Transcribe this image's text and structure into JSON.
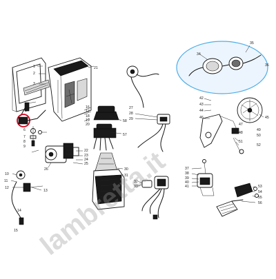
{
  "diagram": {
    "watermark_text": "lambretta.it",
    "accent_highlight": "#3aa5e6",
    "marker_color": "#d0021b",
    "callouts": [
      {
        "id": "n1",
        "label": "1"
      },
      {
        "id": "n2",
        "label": "2"
      },
      {
        "id": "n3",
        "label": "3"
      },
      {
        "id": "n4",
        "label": "4"
      },
      {
        "id": "n5",
        "label": "5"
      },
      {
        "id": "n6",
        "label": "6"
      },
      {
        "id": "n7",
        "label": "7"
      },
      {
        "id": "n8",
        "label": "8"
      },
      {
        "id": "n9",
        "label": "9"
      },
      {
        "id": "n10",
        "label": "10"
      },
      {
        "id": "n11",
        "label": "11"
      },
      {
        "id": "n12",
        "label": "12"
      },
      {
        "id": "n13",
        "label": "13"
      },
      {
        "id": "n14",
        "label": "14"
      },
      {
        "id": "n15",
        "label": "15"
      },
      {
        "id": "n16",
        "label": "16"
      },
      {
        "id": "n17",
        "label": "17"
      },
      {
        "id": "n18",
        "label": "18"
      },
      {
        "id": "n19",
        "label": "19"
      },
      {
        "id": "n20",
        "label": "20"
      },
      {
        "id": "n21",
        "label": "21"
      },
      {
        "id": "n22",
        "label": "22"
      },
      {
        "id": "n23",
        "label": "23"
      },
      {
        "id": "n24",
        "label": "24"
      },
      {
        "id": "n25",
        "label": "25"
      },
      {
        "id": "n26",
        "label": "26"
      },
      {
        "id": "n27",
        "label": "27"
      },
      {
        "id": "n28",
        "label": "28"
      },
      {
        "id": "n29",
        "label": "29"
      },
      {
        "id": "n30",
        "label": "30"
      },
      {
        "id": "n31",
        "label": "31"
      },
      {
        "id": "n32",
        "label": "32"
      },
      {
        "id": "n33",
        "label": "33"
      },
      {
        "id": "n34",
        "label": "34"
      },
      {
        "id": "n35",
        "label": "35"
      },
      {
        "id": "n36",
        "label": "36"
      },
      {
        "id": "n37",
        "label": "37"
      },
      {
        "id": "n38",
        "label": "38"
      },
      {
        "id": "n39",
        "label": "39"
      },
      {
        "id": "n40",
        "label": "40"
      },
      {
        "id": "n41",
        "label": "41"
      },
      {
        "id": "n42",
        "label": "42"
      },
      {
        "id": "n43",
        "label": "43"
      },
      {
        "id": "n44",
        "label": "44"
      },
      {
        "id": "n45",
        "label": "45"
      },
      {
        "id": "n46",
        "label": "46"
      },
      {
        "id": "n47",
        "label": "47"
      },
      {
        "id": "n48",
        "label": "48"
      },
      {
        "id": "n49",
        "label": "49"
      },
      {
        "id": "n50",
        "label": "50"
      },
      {
        "id": "n51",
        "label": "51"
      },
      {
        "id": "n52",
        "label": "52"
      },
      {
        "id": "n53",
        "label": "53"
      },
      {
        "id": "n54",
        "label": "54"
      },
      {
        "id": "n55",
        "label": "55"
      },
      {
        "id": "n56",
        "label": "56"
      },
      {
        "id": "n57",
        "label": "57"
      },
      {
        "id": "n58",
        "label": "58"
      }
    ]
  }
}
